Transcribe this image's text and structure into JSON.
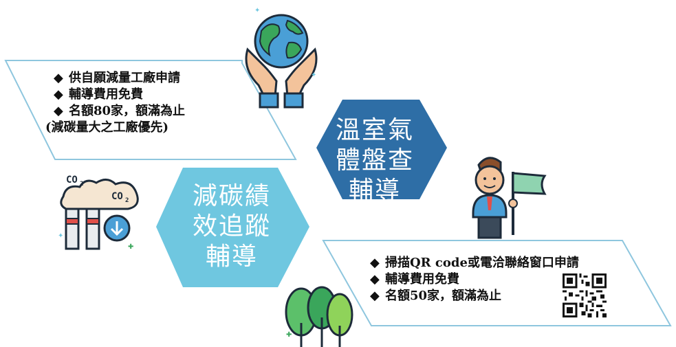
{
  "center_left_hexagon": {
    "lines": [
      "減碳績",
      "效追蹤",
      "輔導"
    ],
    "color": "#6fc7e0"
  },
  "center_right_hexagon": {
    "lines": [
      "溫室氣",
      "體盤查",
      "輔導"
    ],
    "color": "#2e6ea6"
  },
  "left_panel": {
    "items": [
      {
        "bullet": "◆",
        "text": "供自願減量工廠申請"
      },
      {
        "bullet": "◆",
        "text": "輔導費用免費"
      },
      {
        "bullet": "◆",
        "text": "名額80家，額滿為止"
      },
      {
        "bullet": "",
        "text": "(減碳量大之工廠優先)"
      }
    ]
  },
  "right_panel": {
    "items": [
      {
        "bullet": "◆",
        "text": "掃描QR code或電洽聯絡窗口申請"
      },
      {
        "bullet": "◆",
        "text": "輔導費用免費"
      },
      {
        "bullet": "◆",
        "text": "名額50家，額滿為止"
      }
    ]
  },
  "icons": [
    "globe-in-hands-icon",
    "factory-co2-icon",
    "businessman-flag-icon",
    "trees-icon",
    "qr-code-icon"
  ],
  "colors": {
    "panel_border": "#8ec6de",
    "hex_blue": "#2e6ea6",
    "hex_cyan": "#6fc7e0"
  }
}
